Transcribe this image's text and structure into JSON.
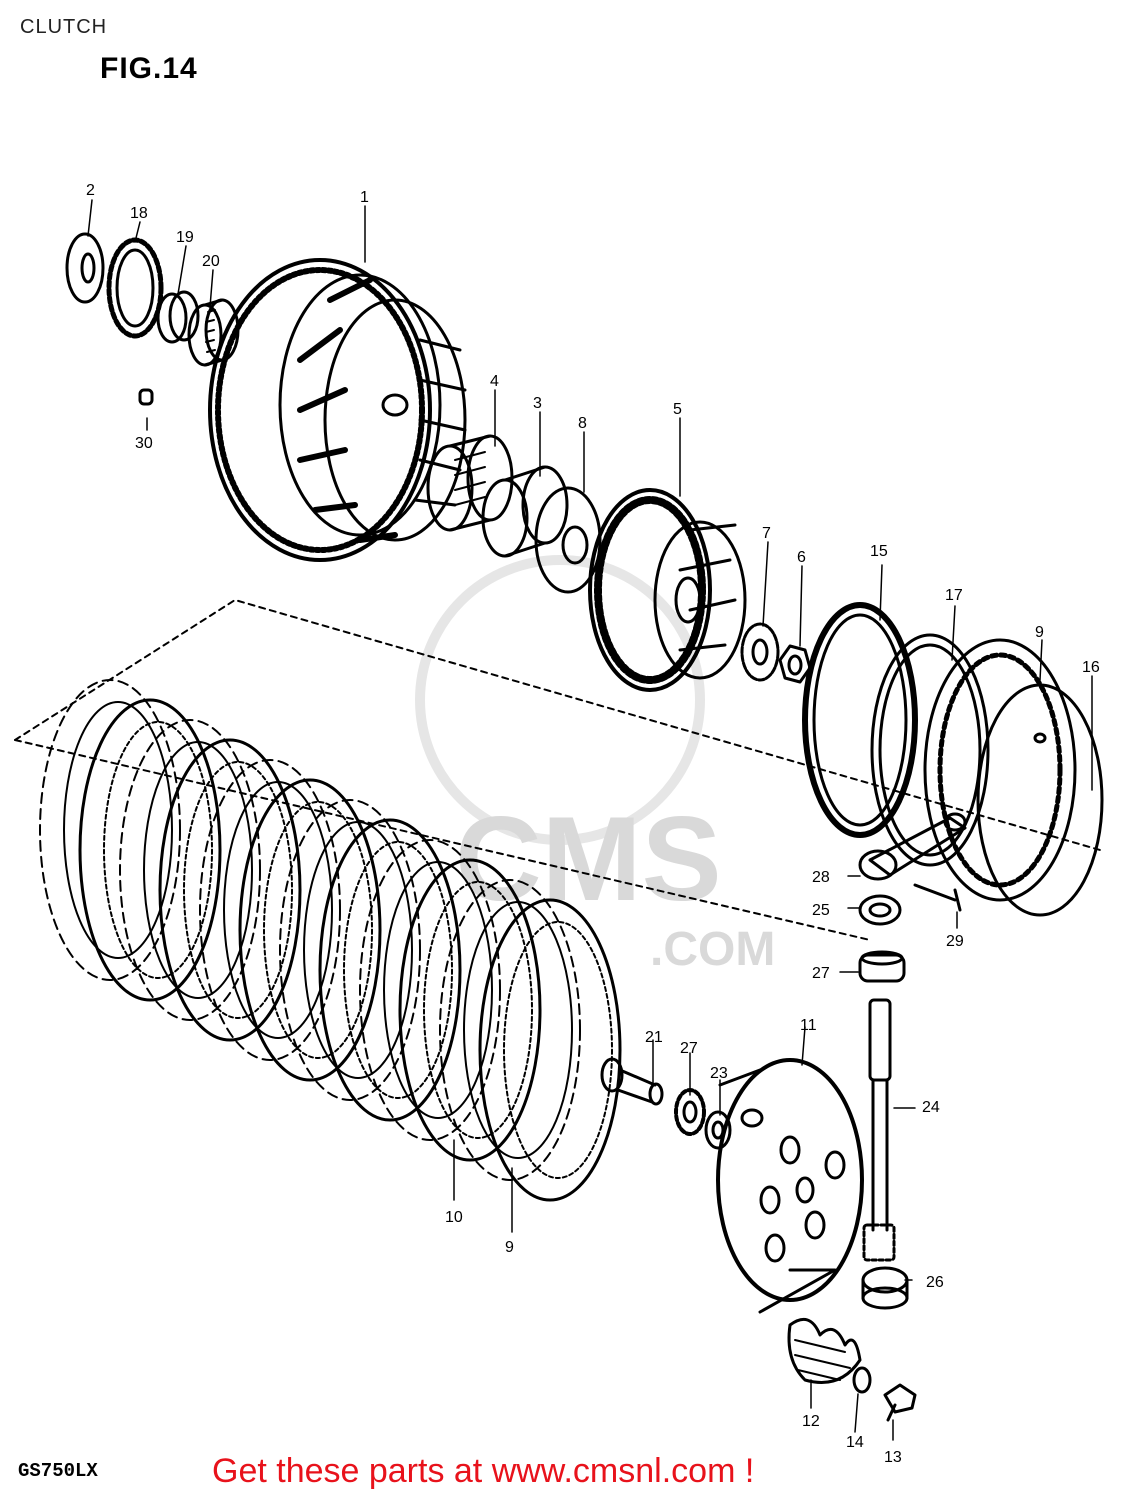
{
  "header": {
    "section_title": "CLUTCH",
    "figure_label": "FIG.14"
  },
  "footer": {
    "model_code": "GS750LX",
    "promo_text": "Get these parts at www.cmsnl.com !"
  },
  "watermark": {
    "text": "CMS",
    "suffix": ".COM"
  },
  "callouts": [
    {
      "id": "c2",
      "label": "2"
    },
    {
      "id": "c18",
      "label": "18"
    },
    {
      "id": "c19",
      "label": "19"
    },
    {
      "id": "c20",
      "label": "20"
    },
    {
      "id": "c1",
      "label": "1"
    },
    {
      "id": "c30",
      "label": "30"
    },
    {
      "id": "c4",
      "label": "4"
    },
    {
      "id": "c3",
      "label": "3"
    },
    {
      "id": "c8",
      "label": "8"
    },
    {
      "id": "c5",
      "label": "5"
    },
    {
      "id": "c7",
      "label": "7"
    },
    {
      "id": "c6",
      "label": "6"
    },
    {
      "id": "c15",
      "label": "15"
    },
    {
      "id": "c17",
      "label": "17"
    },
    {
      "id": "c9a",
      "label": "9"
    },
    {
      "id": "c16",
      "label": "16"
    },
    {
      "id": "c28",
      "label": "28"
    },
    {
      "id": "c25",
      "label": "25"
    },
    {
      "id": "c29",
      "label": "29"
    },
    {
      "id": "c27a",
      "label": "27"
    },
    {
      "id": "c21",
      "label": "21"
    },
    {
      "id": "c27b",
      "label": "27"
    },
    {
      "id": "c23",
      "label": "23"
    },
    {
      "id": "c11",
      "label": "11"
    },
    {
      "id": "c24",
      "label": "24"
    },
    {
      "id": "c10",
      "label": "10"
    },
    {
      "id": "c9b",
      "label": "9"
    },
    {
      "id": "c26",
      "label": "26"
    },
    {
      "id": "c12",
      "label": "12"
    },
    {
      "id": "c14",
      "label": "14"
    },
    {
      "id": "c13",
      "label": "13"
    }
  ]
}
